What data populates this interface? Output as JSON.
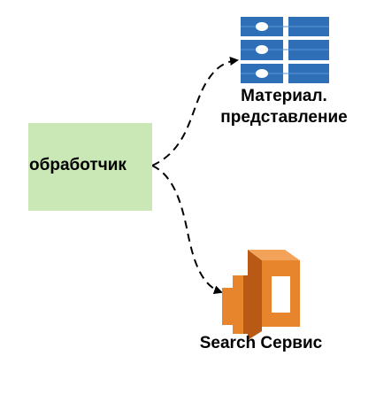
{
  "diagram": {
    "handler": {
      "label": "обработчик"
    },
    "materialized_view": {
      "label_line1": "Материал.",
      "label_line2": "представление",
      "icon": "database-table-icon",
      "color": "#2f6fb8"
    },
    "search_service": {
      "label": "Search Сервис",
      "icon": "aws-elasticsearch-icon",
      "color": "#e7852c"
    },
    "edges": [
      {
        "from": "handler",
        "to": "materialized_view",
        "style": "dashed"
      },
      {
        "from": "handler",
        "to": "search_service",
        "style": "dashed"
      }
    ]
  }
}
